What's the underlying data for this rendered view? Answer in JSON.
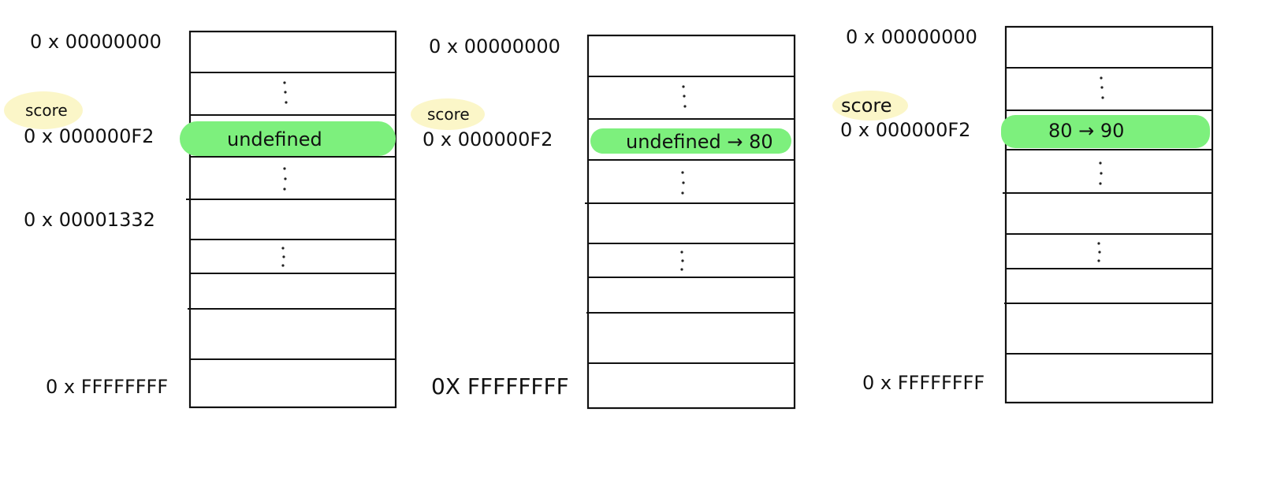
{
  "colors": {
    "cell_highlight": "#7df07d",
    "variable_highlight": "#fbf6c8",
    "ink": "#111111"
  },
  "panels": [
    {
      "addresses": {
        "top": "0 x 00000000",
        "score": "0 x 000000F2",
        "middle": "0 x 00001332",
        "bottom": "0 x FFFFFFFF"
      },
      "variable_label": "score",
      "cell_value": "undefined"
    },
    {
      "addresses": {
        "top": "0 x 00000000",
        "score": "0 x 000000F2",
        "bottom": "0X FFFFFFFF"
      },
      "variable_label": "score",
      "cell_value": "undefined → 80"
    },
    {
      "addresses": {
        "top": "0 x 00000000",
        "score": "0 x 000000F2",
        "bottom": "0 x FFFFFFFF"
      },
      "variable_label": "score",
      "cell_value": "80 → 90"
    }
  ]
}
